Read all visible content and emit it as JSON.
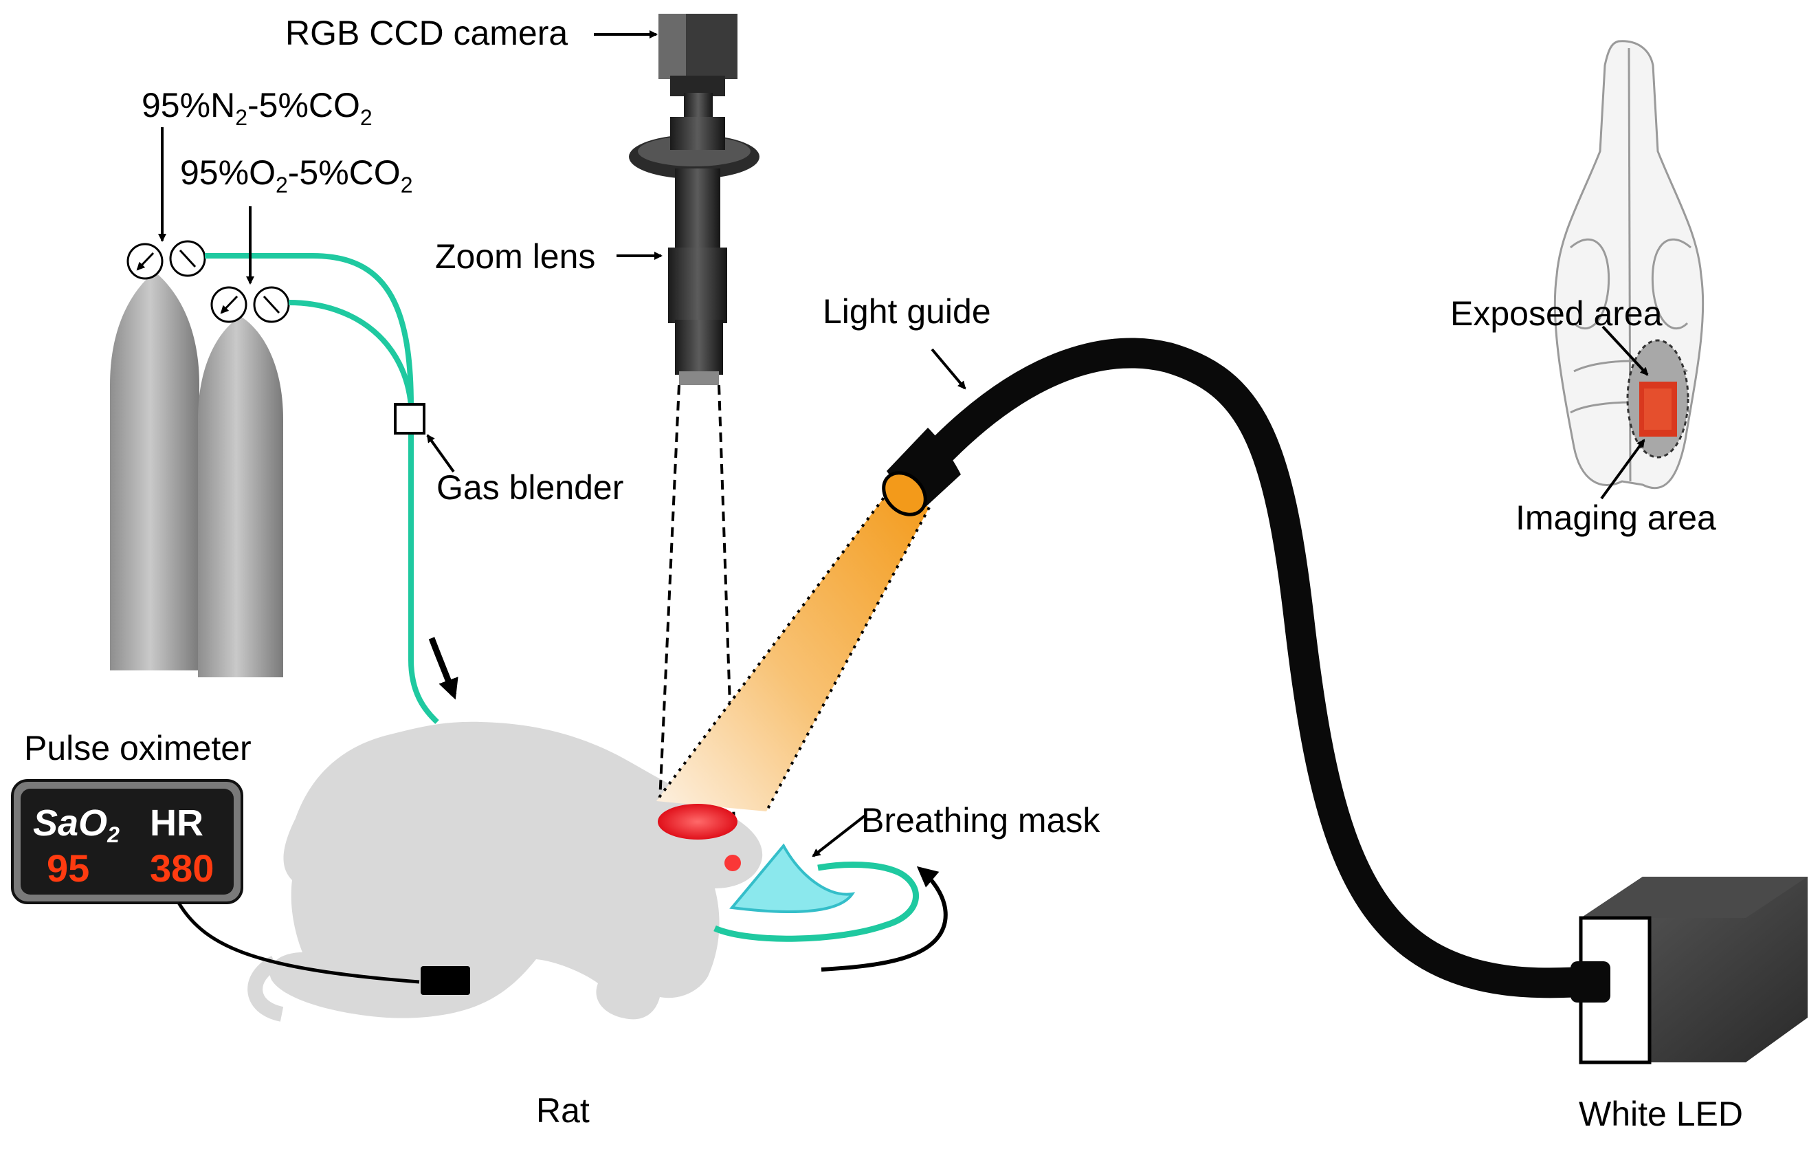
{
  "labels": {
    "camera": "RGB CCD camera",
    "gas_n2_main": "95%N",
    "gas_n2_sub": "2",
    "gas_n2_mid": "-5%CO",
    "gas_n2_sub2": "2",
    "gas_o2_main": "95%O",
    "gas_o2_sub": "2",
    "gas_o2_mid": "-5%CO",
    "gas_o2_sub2": "2",
    "zoom_lens": "Zoom lens",
    "light_guide": "Light guide",
    "gas_blender": "Gas blender",
    "exposed_area": "Exposed area",
    "imaging_area": "Imaging area",
    "pulse_oximeter": "Pulse oximeter",
    "breathing_mask": "Breathing mask",
    "rat": "Rat",
    "white_led": "White LED"
  },
  "oximeter": {
    "sao2_label": "SaO",
    "sao2_sub": "2",
    "hr_label": "HR",
    "sao2_value": "95",
    "hr_value": "380"
  },
  "colors": {
    "tube": "#1fc9a0",
    "cylinder": "#a9a9a9",
    "rat": "#d9d9d9",
    "light_cone": "#f5a623",
    "fiber": "#0a0a0a",
    "oximeter_digits": "#ff3b10",
    "mask": "#7fe6ec"
  }
}
